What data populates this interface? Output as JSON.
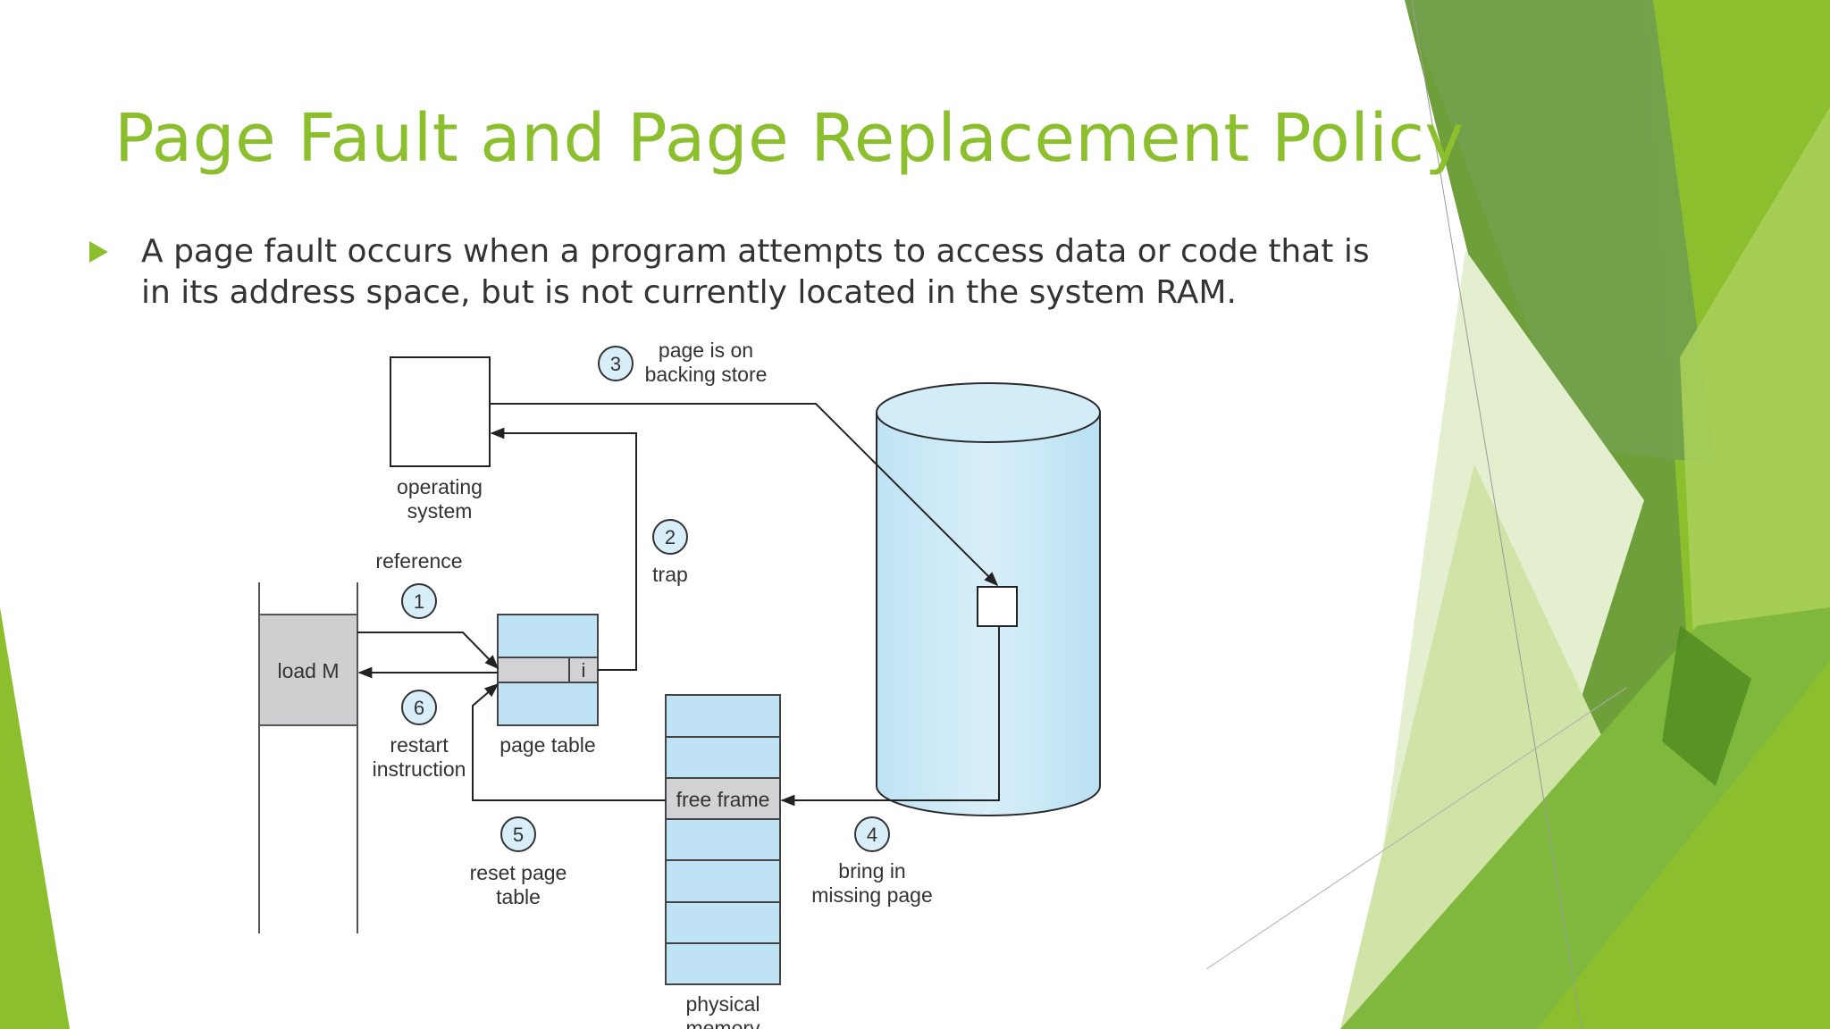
{
  "slide": {
    "title": "Page Fault and Page Replacement Policy",
    "bullet": "A page fault occurs when a program attempts to access data or code that is in its address space, but is not currently located in the system RAM.",
    "accent_color": "#8cbf2e"
  },
  "diagram": {
    "nodes": {
      "os_label": [
        "operating",
        "system"
      ],
      "load_m": "load M",
      "page_table_valid_bit": "i",
      "page_table_label": "page table",
      "free_frame": "free frame",
      "physical_memory_label": [
        "physical",
        "memory"
      ]
    },
    "steps": [
      {
        "number": "1",
        "lines": [
          "reference"
        ]
      },
      {
        "number": "2",
        "lines": [
          "trap"
        ]
      },
      {
        "number": "3",
        "lines": [
          "page is on",
          "backing store"
        ]
      },
      {
        "number": "4",
        "lines": [
          "bring in",
          "missing page"
        ]
      },
      {
        "number": "5",
        "lines": [
          "reset page",
          "table"
        ]
      },
      {
        "number": "6",
        "lines": [
          "restart",
          "instruction"
        ]
      }
    ]
  }
}
